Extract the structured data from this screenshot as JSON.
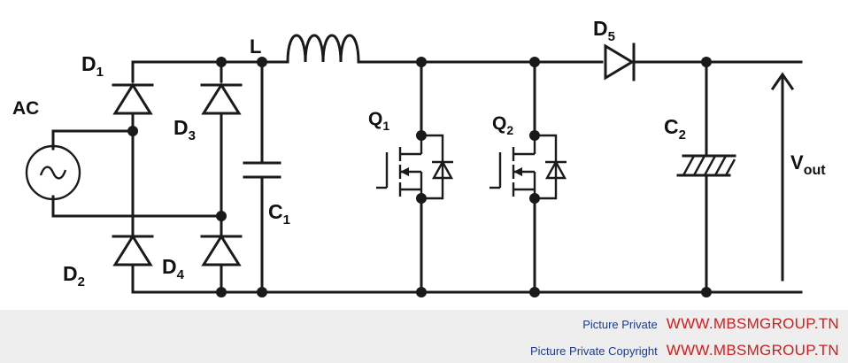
{
  "circuit": {
    "source_label": "AC",
    "components": {
      "D1": {
        "letter": "D",
        "sub": "1"
      },
      "D2": {
        "letter": "D",
        "sub": "2"
      },
      "D3": {
        "letter": "D",
        "sub": "3"
      },
      "D4": {
        "letter": "D",
        "sub": "4"
      },
      "D5": {
        "letter": "D",
        "sub": "5"
      },
      "Q1": {
        "letter": "Q",
        "sub": "1"
      },
      "Q2": {
        "letter": "Q",
        "sub": "2"
      },
      "C1": {
        "letter": "C",
        "sub": "1"
      },
      "C2": {
        "letter": "C",
        "sub": "2"
      },
      "L": {
        "letter": "L"
      },
      "Vout": {
        "letter": "V",
        "sub": "out"
      }
    }
  },
  "footer": {
    "rows": [
      {
        "text": "Picture Private",
        "url": "WWW.MBSMGROUP.TN"
      },
      {
        "text": "Picture Private Copyright",
        "url": "WWW.MBSMGROUP.TN"
      }
    ]
  }
}
